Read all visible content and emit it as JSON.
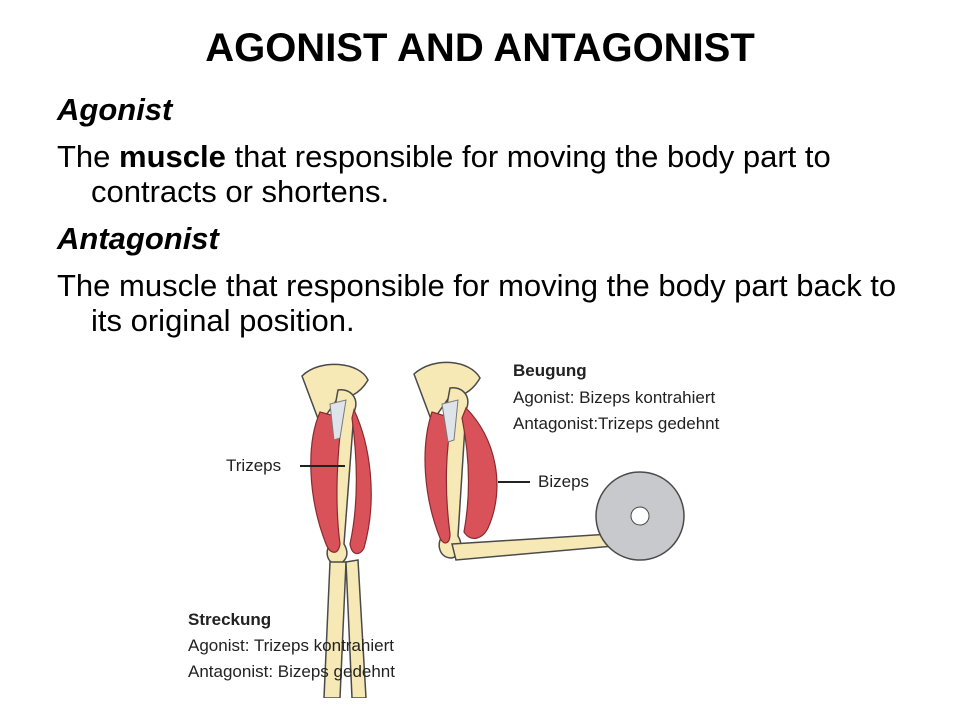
{
  "slide": {
    "title": "AGONIST AND ANTAGONIST",
    "agonist": {
      "term": "Agonist",
      "definition_before": "The ",
      "definition_bold": "muscle",
      "definition_after": " that responsible for moving the body part to contracts or shortens."
    },
    "antagonist": {
      "term": "Antagonist",
      "definition": "The muscle that responsible for moving the body part back to its original position."
    }
  },
  "figure": {
    "beugung": {
      "heading": "Beugung",
      "line1": "Agonist: Bizeps kontrahiert",
      "line2": "Antagonist:Trizeps gedehnt"
    },
    "streckung": {
      "heading": "Streckung",
      "line1": "Agonist: Trizeps kontrahiert",
      "line2": "Antagonist: Bizeps gedehnt"
    },
    "label_trizeps": "Trizeps",
    "label_bizeps": "Bizeps",
    "colors": {
      "bone": "#f6e9b5",
      "muscle": "#d9525a",
      "tendon": "#dfe4ea",
      "weight": "#c8c9cd",
      "outline": "#4a4a4a"
    }
  }
}
